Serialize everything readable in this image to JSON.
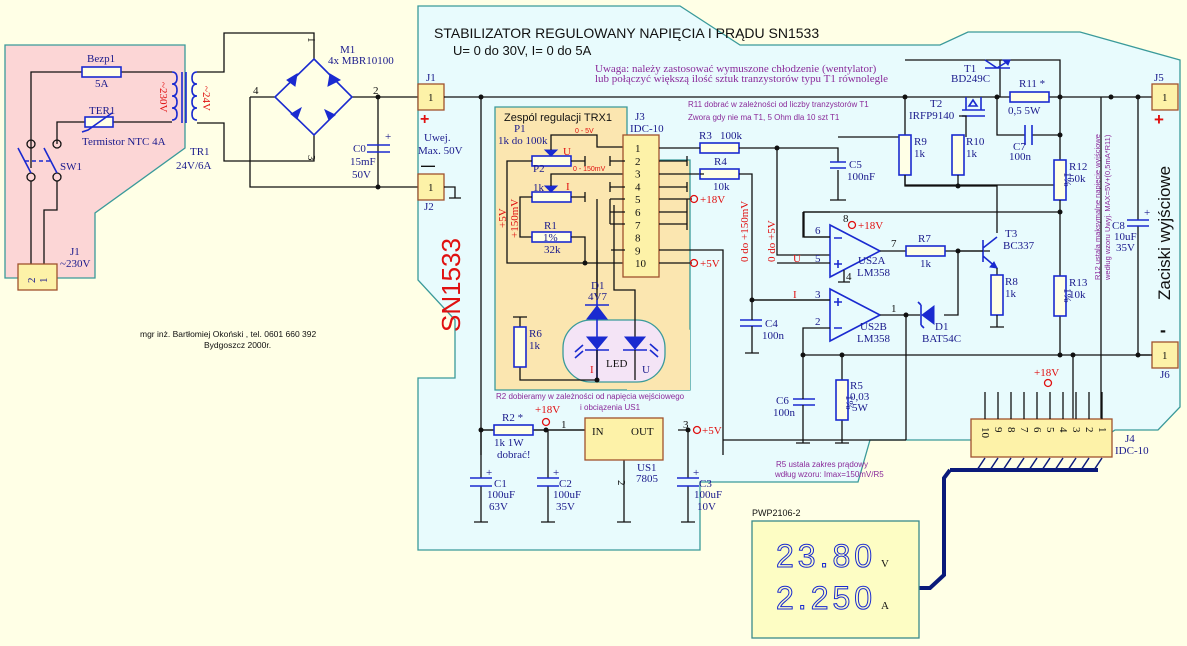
{
  "title": "STABILIZATOR  REGULOWANY  NAPIĘCIA  I  PRĄDU SN1533",
  "subtitle": "U= 0 do 30V,    I= 0 do 5A",
  "vertical_label": "SN1533",
  "output_terminals_label": "Zaciski wyjściowe",
  "author": {
    "line1": "mgr inż. Bartłomiej Okoński , tel. 0601 660 392",
    "line2": "Bydgoszcz 2000r."
  },
  "notes": {
    "cooling_1": "Uwaga: należy zastosować wymuszone chłodzenie (wentylator)",
    "cooling_2": "lub połączyć większą ilość sztuk tranzystorów typu T1 równolegle",
    "r11_1": "R11 dobrać w zależności od liczby tranzystorów T1",
    "r11_2": "Zwora gdy nie ma T1,  5 Ohm dla 10 szt T1",
    "r2_1": "R2 dobieramy w zależności od napięcia wejściowego",
    "r2_2": "i obciązenia US1",
    "r5_1": "R5 ustala  zakres prądowy",
    "r5_2": "wdług wzoru: Imax=150mV/R5",
    "r12_1": "R12 ustala maksymalne napięcie wyjściowe",
    "r12_2": "według wzoru Uwyj. MAX=5V+(0,5mA*R11)"
  },
  "mains": {
    "fuse": {
      "name": "Bezp1",
      "value": "5A"
    },
    "thermistor": {
      "name": "TER1",
      "value": "Termistor NTC 4A"
    },
    "switch": "SW1",
    "connector": {
      "name": "J1",
      "value": "~230V",
      "pins": [
        "2",
        "1"
      ]
    },
    "primary_v": "~230V",
    "secondary_v": "~24V",
    "transformer": {
      "name": "TR1",
      "value": "24V/6A"
    }
  },
  "rectifier": {
    "name": "M1",
    "value": "4x MBR10100",
    "pins": [
      "1",
      "2",
      "3",
      "4"
    ]
  },
  "c0": {
    "name": "C0",
    "value": "15mF",
    "voltage": "50V"
  },
  "input": {
    "j1": "J1",
    "j2": "J2",
    "pin": "1",
    "plus": "+",
    "minus": "—",
    "label1": "Uwej.",
    "label2": "Max. 50V"
  },
  "trx": {
    "title": "Zespól regulacji TRX1",
    "p1": {
      "name": "P1",
      "value": "1k do 100k",
      "range": "0 - 5V",
      "tag": "U"
    },
    "p2": {
      "name": "P2",
      "value": "1k",
      "range": "0 - 150mV",
      "tag": "I"
    },
    "r1": {
      "name": "R1",
      "tol": "1%",
      "value": "32k"
    },
    "v5": "+5V",
    "v150": "+150mV",
    "r6": {
      "name": "R6",
      "value": "1k"
    },
    "d1": {
      "name": "D1",
      "value": "4V7"
    },
    "led": {
      "label": "LED",
      "i": "I",
      "u": "U"
    }
  },
  "j3": {
    "name": "J3",
    "type": "IDC-10",
    "pins": [
      "1",
      "2",
      "3",
      "4",
      "5",
      "6",
      "7",
      "8",
      "9",
      "10"
    ],
    "v18": "+18V",
    "v5": "+5V"
  },
  "r3": {
    "name": "R3",
    "value": "100k"
  },
  "r4": {
    "name": "R4",
    "value": "10k"
  },
  "c5": {
    "name": "C5",
    "value": "100nF"
  },
  "c4": {
    "name": "C4",
    "value": "100n"
  },
  "c6": {
    "name": "C6",
    "value": "100n"
  },
  "r5": {
    "name": "R5",
    "tol": "1%",
    "value": "0,03",
    "power": "5W"
  },
  "range_i": "0 do +150mV",
  "range_u": "0 do +5V",
  "us2a": {
    "name": "US2A",
    "type": "LM358",
    "pins": {
      "p6": "6",
      "p5": "5",
      "p7": "7",
      "p8": "8",
      "p4": "4"
    },
    "v18": "+18V",
    "u": "U"
  },
  "us2b": {
    "name": "US2B",
    "type": "LM358",
    "pins": {
      "p3": "3",
      "p2": "2",
      "p1": "1"
    },
    "i": "I"
  },
  "r7": {
    "name": "R7",
    "value": "1k"
  },
  "d1b": {
    "name": "D1",
    "value": "BAT54C"
  },
  "t1": {
    "name": "T1",
    "value": "BD249C"
  },
  "t2": {
    "name": "T2",
    "value": "IRFP9140"
  },
  "t3": {
    "name": "T3",
    "value": "BC337"
  },
  "r9": {
    "name": "R9",
    "value": "1k"
  },
  "r10": {
    "name": "R10",
    "value": "1k"
  },
  "r8": {
    "name": "R8",
    "value": "1k"
  },
  "r11": {
    "name": "R11 *",
    "value": "0,5   5W"
  },
  "c7": {
    "name": "C7",
    "value": "100n"
  },
  "r12": {
    "name": "R12",
    "tol": "1%",
    "value": "50k"
  },
  "r13": {
    "name": "R13",
    "tol": "1%",
    "value": "10k"
  },
  "c8": {
    "name": "C8",
    "value": "10uF",
    "voltage": "35V"
  },
  "j5": {
    "name": "J5",
    "pin": "1",
    "sign": "+"
  },
  "j6": {
    "name": "J6",
    "pin": "1",
    "sign": "-"
  },
  "j4": {
    "name": "J4",
    "type": "IDC-10",
    "pins": [
      "10",
      "9",
      "8",
      "7",
      "6",
      "5",
      "4",
      "3",
      "2",
      "1"
    ],
    "v18": "+18V"
  },
  "regulator": {
    "r2": {
      "name": "R2  *",
      "value": "1k    1W",
      "note": "dobrać!"
    },
    "v18": "+18V",
    "pin1": "1",
    "pin2": "2",
    "pin3": "3",
    "us1": {
      "name": "US1",
      "type": "7805",
      "in": "IN",
      "out": "OUT"
    },
    "v5": "+5V",
    "c1": {
      "name": "C1",
      "value": "100uF",
      "voltage": "63V"
    },
    "c2": {
      "name": "C2",
      "value": "100uF",
      "voltage": "35V"
    },
    "c3": {
      "name": "C3",
      "value": "100uF",
      "voltage": "10V"
    }
  },
  "meter": {
    "name": "PWP2106-2",
    "voltage": "23.80",
    "voltage_unit": "V",
    "current": "2.250",
    "current_unit": "A"
  }
}
